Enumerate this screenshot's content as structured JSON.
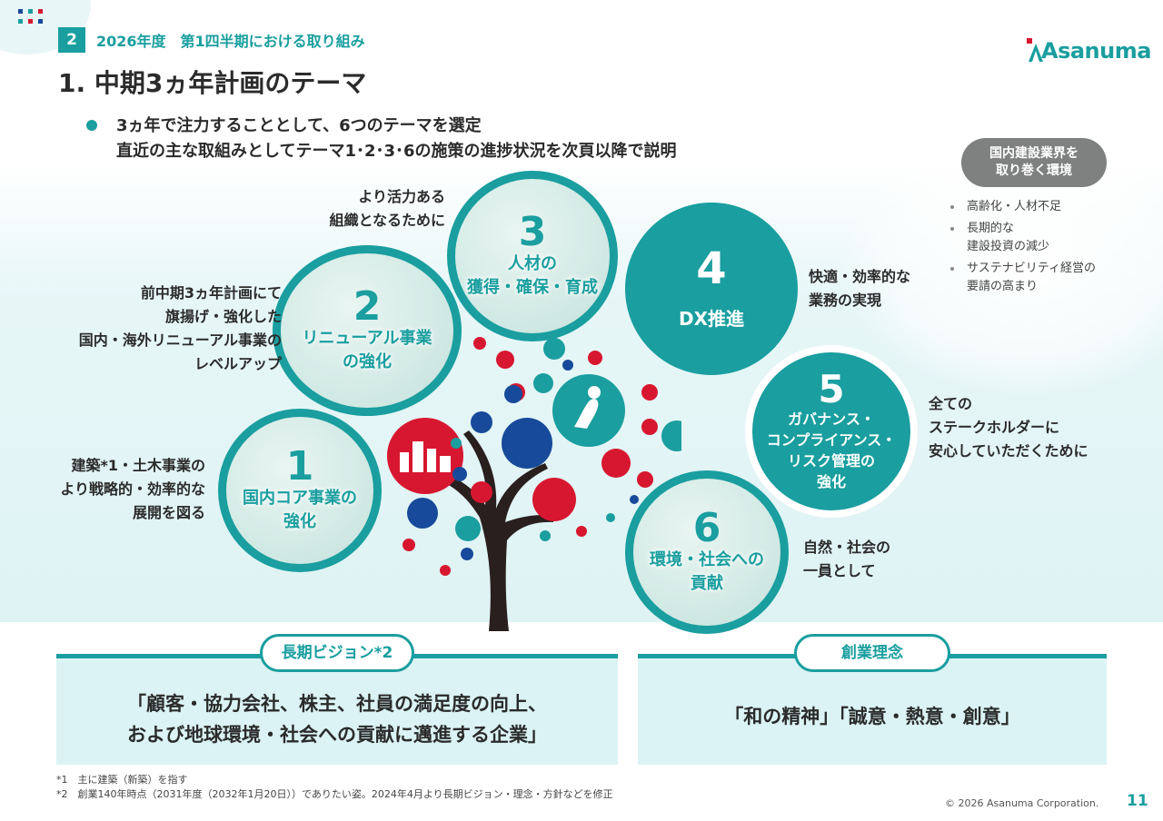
{
  "header": {
    "section_number": "2",
    "section_title": "2026年度　第1四半期における取り組み",
    "page_title": "1. 中期3ヵ年計画のテーマ",
    "logo_text": "Asanuma"
  },
  "bullets": [
    "3ヵ年で注力することとして、6つのテーマを選定",
    "直近の主な取組みとしてテーマ1･2･3･6の施策の進捗状況を次頁以降で説明"
  ],
  "environment": {
    "title_line1": "国内建設業界を",
    "title_line2": "取り巻く環境",
    "items": [
      {
        "line1": "高齢化・人材不足",
        "line2": ""
      },
      {
        "line1": "長期的な",
        "line2": "建設投資の減少"
      },
      {
        "line1": "サステナビリティ経営の",
        "line2": "要請の高まり"
      }
    ]
  },
  "themes": [
    {
      "number": "1",
      "label_lines": [
        "国内コア事業の",
        "強化"
      ],
      "desc_lines": [
        "建築*1・土木事業の",
        "より戦略的・効率的な",
        "展開を図る"
      ]
    },
    {
      "number": "2",
      "label_lines": [
        "リニューアル事業",
        "の強化"
      ],
      "desc_lines": [
        "前中期3ヵ年計画にて",
        "旗揚げ・強化した",
        "国内・海外リニューアル事業の",
        "レベルアップ"
      ]
    },
    {
      "number": "3",
      "label_lines": [
        "人材の",
        "獲得・確保・育成"
      ],
      "desc_lines": [
        "より活力ある",
        "組織となるために"
      ]
    },
    {
      "number": "4",
      "label_lines": [
        "DX推進"
      ],
      "desc_lines": [
        "快適・効率的な",
        "業務の実現"
      ]
    },
    {
      "number": "5",
      "label_lines": [
        "ガバナンス・",
        "コンプライアンス・",
        "リスク管理の",
        "強化"
      ],
      "desc_lines": [
        "全ての",
        "ステークホルダーに",
        "安心していただくために"
      ]
    },
    {
      "number": "6",
      "label_lines": [
        "環境・社会への",
        "貢献"
      ],
      "desc_lines": [
        "自然・社会の",
        "一員として"
      ]
    }
  ],
  "vision": {
    "label": "長期ビジョン*2",
    "text_line1": "「顧客・協力会社、株主、社員の満足度の向上、",
    "text_line2": "および地球環境・社会への貢献に邁進する企業」"
  },
  "philosophy": {
    "label": "創業理念",
    "text": "「和の精神」「誠意・熱意・創意」"
  },
  "footnotes": [
    "*1　主に建築（新築）を指す",
    "*2　創業140年時点（2031年度（2032年1月20日））でありたい姿。2024年4月より長期ビジョン・理念・方針などを修正"
  ],
  "footer": {
    "copyright": "© 2026 Asanuma Corporation.",
    "page_number": "11"
  },
  "colors": {
    "accent": "#1a9e9f",
    "red": "#d7172f",
    "navy": "#174a9a",
    "panel_bg": "#dbf3f4"
  }
}
